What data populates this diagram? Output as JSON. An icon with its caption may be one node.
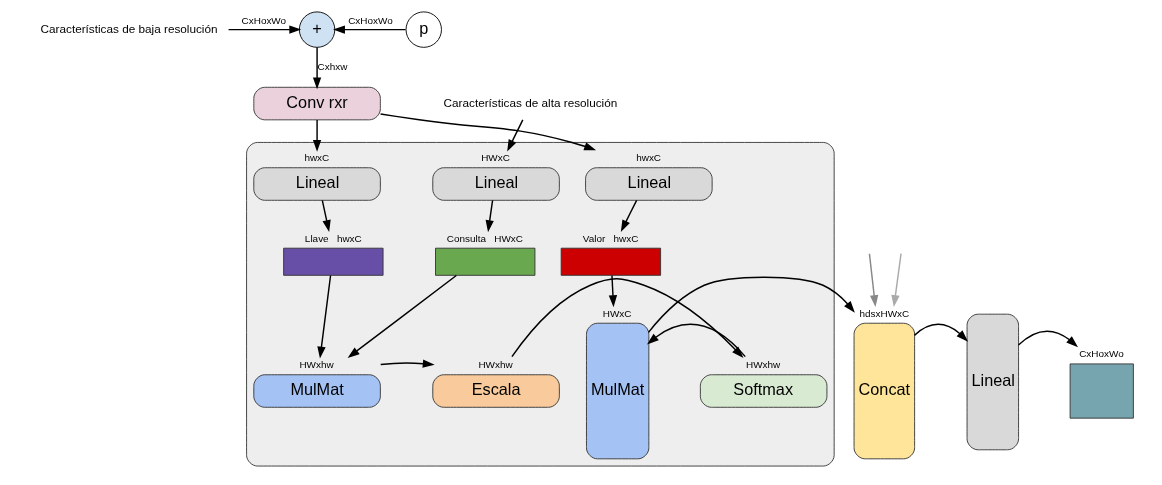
{
  "diagram": {
    "nodes": [
      {
        "text": [
          "Características de baja resolución"
        ]
      },
      {
        "text": [
          "+"
        ]
      },
      {
        "text": [
          "p"
        ]
      },
      {
        "text": [
          "Conv rxr"
        ]
      },
      {
        "text": [
          "Características de alta resolución"
        ]
      },
      {
        "text": [],
        "shape": "box"
      },
      {
        "text": [
          "Lineal"
        ],
        "in": 5,
        "beside": [
          "HWxC"
        ]
      },
      {
        "text": [
          "Lineal"
        ],
        "in": 5,
        "beside": [
          "hwxC"
        ]
      },
      {
        "text": [
          "Lineal"
        ],
        "in": 5,
        "beside": [
          "hwxC"
        ]
      },
      {
        "text": [],
        "shape": "bar",
        "in": 5,
        "beside": [
          "Consulta",
          "HWxC"
        ]
      },
      {
        "text": [],
        "shape": "bar",
        "in": 5,
        "beside": [
          "Llave",
          "hwxC"
        ]
      },
      {
        "text": [],
        "shape": "bar",
        "in": 5,
        "beside": [
          "Valor",
          "hwxC"
        ]
      },
      {
        "text": [
          "MulMat"
        ],
        "in": 5,
        "beside": [
          "HWxhw"
        ]
      },
      {
        "text": [
          "Escala"
        ],
        "in": 5,
        "beside": [
          "HWxhw"
        ]
      },
      {
        "text": [
          "Softmax"
        ],
        "in": 5,
        "beside": [
          "HWxhw"
        ]
      },
      {
        "text": [
          "MulMat"
        ],
        "in": 5,
        "beside": [
          "HWxC"
        ]
      },
      {
        "text": [
          "Concat"
        ],
        "beside": [
          "hdsxHWxC"
        ]
      },
      {
        "text": [
          "Lineal"
        ]
      },
      {
        "text": [],
        "shape": "box",
        "beside": [
          "CxHoxWo"
        ]
      }
    ],
    "edges": [
      {
        "from": 0,
        "to": 1,
        "arrow": "to",
        "label": "CxHoxWo"
      },
      {
        "from": 2,
        "to": 1,
        "arrow": "to",
        "label": "CxHoxWo"
      },
      {
        "from": 1,
        "to": 3,
        "arrow": "to",
        "label": "Cxhxw"
      },
      {
        "from": 4,
        "to": 6,
        "arrow": "to"
      },
      {
        "from": 3,
        "to": 7,
        "arrow": "to"
      },
      {
        "from": 3,
        "to": 8,
        "arrow": "to"
      },
      {
        "from": 6,
        "to": 9,
        "arrow": "to"
      },
      {
        "from": 7,
        "to": 10,
        "arrow": "to"
      },
      {
        "from": 8,
        "to": 11,
        "arrow": "to"
      },
      {
        "from": 9,
        "to": 12,
        "arrow": "to"
      },
      {
        "from": 10,
        "to": 12,
        "arrow": "to"
      },
      {
        "from": 11,
        "to": 15,
        "arrow": "to"
      },
      {
        "from": 12,
        "to": 13,
        "arrow": "to"
      },
      {
        "from": 13,
        "to": 14,
        "arrow": "to"
      },
      {
        "from": 14,
        "to": 15,
        "arrow": "to"
      },
      {
        "from": null,
        "to": 16,
        "arrow": "to",
        "color": "#aaaaaa"
      },
      {
        "from": null,
        "to": 16,
        "arrow": "to",
        "color": "#888888"
      },
      {
        "from": 15,
        "to": 16,
        "arrow": "to"
      },
      {
        "from": 16,
        "to": 17,
        "arrow": "to"
      },
      {
        "from": 17,
        "to": 18,
        "arrow": "to"
      }
    ]
  }
}
